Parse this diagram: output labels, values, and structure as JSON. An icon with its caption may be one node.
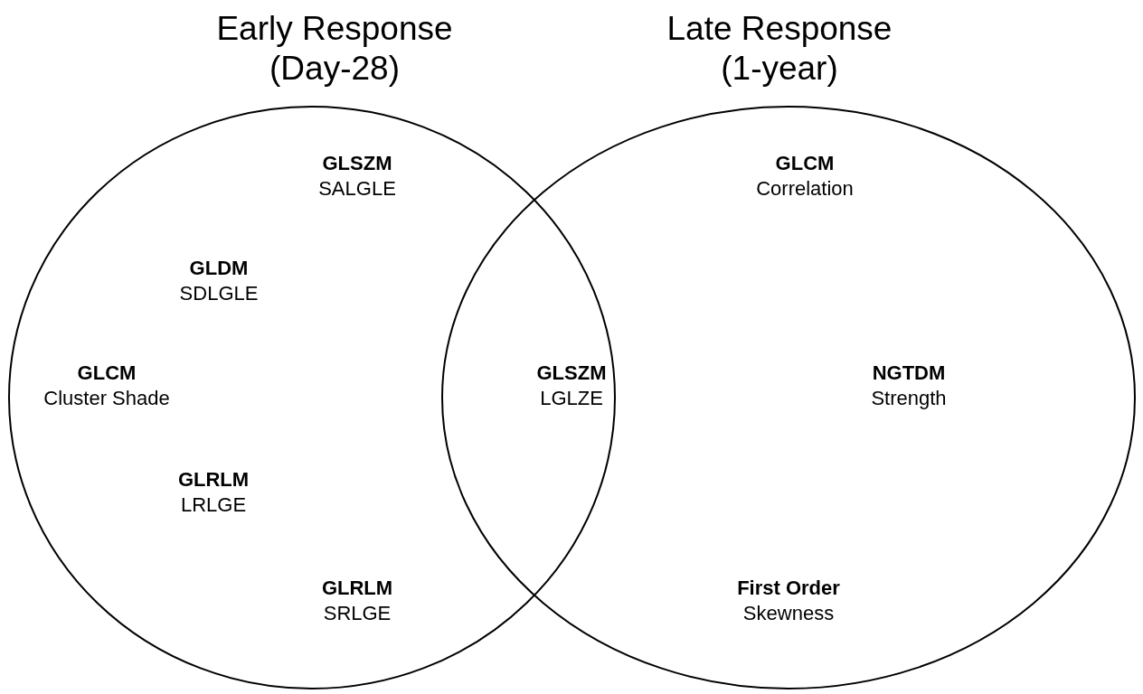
{
  "diagram": {
    "nodes": [
      {
        "text": [
          "Early Response (Day-28)"
        ]
      },
      {
        "text": [
          "Late Response (1-year)"
        ]
      }
    ],
    "labels": [
      "GLSZM",
      "SALGLE",
      "GLCM",
      "Correlation",
      "GLDM",
      "SDLGLE",
      "GLCM",
      "Cluster Shade",
      "GLSZM",
      "LGLZE",
      "NGTDM",
      "Strength",
      "GLRLM",
      "LRLGE",
      "GLRLM",
      "SRLGE",
      "First Order",
      "Skewness"
    ]
  }
}
